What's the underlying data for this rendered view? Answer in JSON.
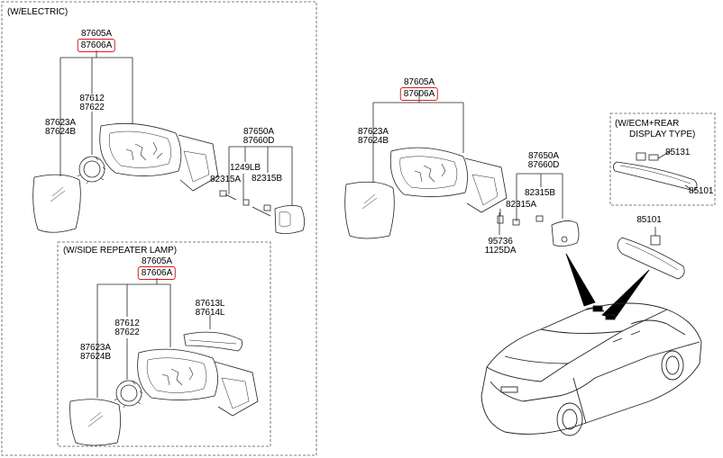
{
  "colors": {
    "highlight": "#d91c1c",
    "line": "#222222",
    "dash": "#555555"
  },
  "groups": {
    "electric": "(W/ELECTRIC)",
    "side_repeater": "(W/SIDE REPEATER LAMP)",
    "ecm_line1": "(W/ECM+REAR",
    "ecm_line2": "DISPLAY TYPE)"
  },
  "parts": {
    "p87605A": "87605A",
    "p87606A": "87606A",
    "p87612": "87612",
    "p87622": "87622",
    "p87623A": "87623A",
    "p87624B": "87624B",
    "p87650A": "87650A",
    "p87660D": "87660D",
    "p1249LB": "1249LB",
    "p82315A": "82315A",
    "p82315B": "82315B",
    "p87613L": "87613L",
    "p87614L": "87614L",
    "p95736": "95736",
    "p1125DA": "1125DA",
    "p85131": "85131",
    "p85101": "85101"
  }
}
